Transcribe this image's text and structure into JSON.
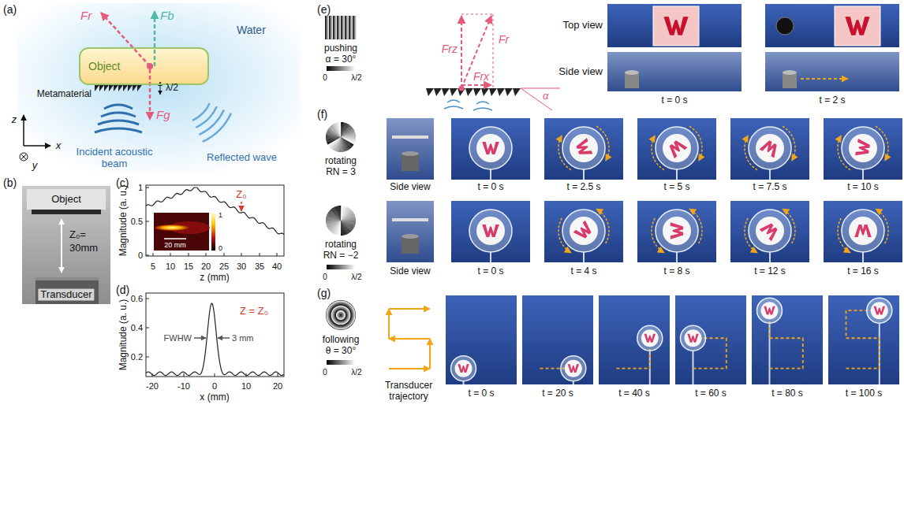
{
  "diagram": {
    "nodes": [
      {
        "text": [
          "Object"
        ]
      }
    ],
    "labels": [
      "(a)",
      "Water",
      "Fr",
      "Fb",
      "Metamaterial",
      "λ/2",
      "Fg",
      "z",
      "x",
      "y",
      "Incident acoustic beam",
      "Reflected wave",
      "(b)",
      "Object",
      "Z₀=",
      "30mm",
      "Transducer",
      "(c)",
      "Magnitude (a. u.)",
      "1",
      "0.5",
      "0",
      "5",
      "10",
      "15",
      "20",
      "25",
      "30",
      "35",
      "40",
      "z (mm)",
      "Z₀",
      "20 mm",
      "1",
      "0",
      "(d)",
      "Magnitude (a. u.)",
      "0.6",
      "0.4",
      "0.2",
      "-20",
      "-10",
      "0",
      "10",
      "20",
      "x (mm)",
      "Z = Z₀",
      "FWHW",
      "3 mm",
      "(e)",
      "pushing",
      "α = 30°",
      "0",
      "λ/2",
      "Frz",
      "Fr",
      "Frx",
      "α",
      "Top view",
      "Side view",
      "t = 0 s",
      "t = 2 s",
      "(f)",
      "rotating",
      "RN = 3",
      "Side view",
      "t = 0 s",
      "t = 2.5 s",
      "t = 5 s",
      "t = 7.5 s",
      "t = 10 s",
      "rotating",
      "RN = −2",
      "0",
      "λ/2",
      "Side view",
      "t = 0 s",
      "t = 4 s",
      "t = 8 s",
      "t = 12 s",
      "t = 16 s",
      "(g)",
      "following",
      "θ = 30°",
      "0",
      "λ/2",
      "Transducer trajectory",
      "t = 0 s",
      "t = 20 s",
      "t = 40 s",
      "t = 60 s",
      "t = 80 s",
      "t = 100 s"
    ]
  }
}
